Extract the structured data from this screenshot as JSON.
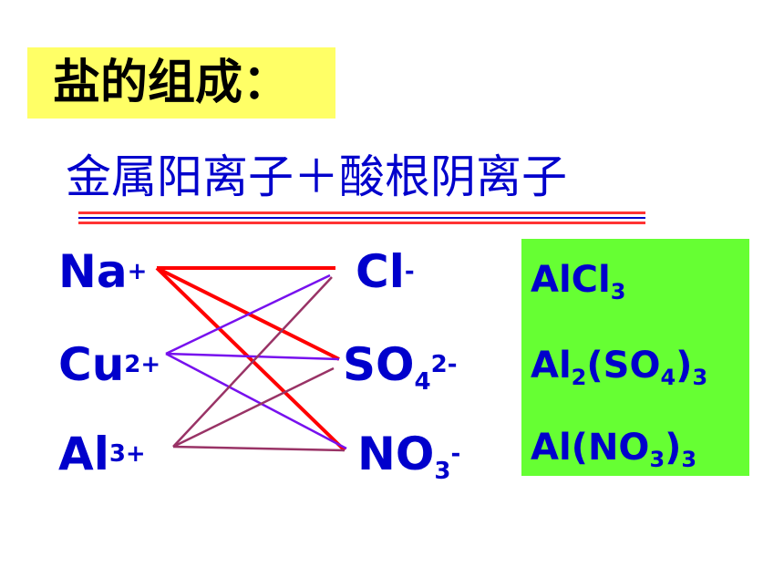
{
  "title": "盐的组成：",
  "subtitle": "金属阳离子＋酸根阴离子",
  "cations": [
    {
      "base": "Na",
      "sup": "+"
    },
    {
      "base": "Cu",
      "sup": "2+"
    },
    {
      "base": "Al",
      "sup": "3+"
    }
  ],
  "anions": [
    {
      "base": "Cl",
      "sub": "",
      "sup": "-"
    },
    {
      "base": "SO",
      "sub": "4",
      "sup": "2-"
    },
    {
      "base": "NO",
      "sub": "3",
      "sup": "-"
    }
  ],
  "connections": [
    {
      "from": 0,
      "to": 0,
      "color": "#ff0000"
    },
    {
      "from": 0,
      "to": 1,
      "color": "#ff0000"
    },
    {
      "from": 0,
      "to": 2,
      "color": "#ff0000"
    },
    {
      "from": 1,
      "to": 0,
      "color": "#7711ee"
    },
    {
      "from": 1,
      "to": 1,
      "color": "#7711ee"
    },
    {
      "from": 1,
      "to": 2,
      "color": "#7711ee"
    },
    {
      "from": 2,
      "to": 0,
      "color": "#993366"
    },
    {
      "from": 2,
      "to": 1,
      "color": "#993366"
    },
    {
      "from": 2,
      "to": 2,
      "color": "#993366"
    }
  ],
  "formulas": [
    [
      {
        "t": "AlCl",
        "s": ""
      },
      {
        "t": "",
        "s": "3"
      }
    ],
    [
      {
        "t": "Al",
        "s": ""
      },
      {
        "t": "",
        "s": "2"
      },
      {
        "t": "(SO",
        "s": ""
      },
      {
        "t": "",
        "s": "4"
      },
      {
        "t": ")",
        "s": ""
      },
      {
        "t": "",
        "s": "3"
      }
    ],
    [
      {
        "t": "Al(NO",
        "s": ""
      },
      {
        "t": "",
        "s": "3"
      },
      {
        "t": ")",
        "s": ""
      },
      {
        "t": "",
        "s": "3"
      }
    ]
  ],
  "colors": {
    "title_bg": "#ffff66",
    "box_bg": "#66ff33",
    "text": "#0000cc"
  }
}
